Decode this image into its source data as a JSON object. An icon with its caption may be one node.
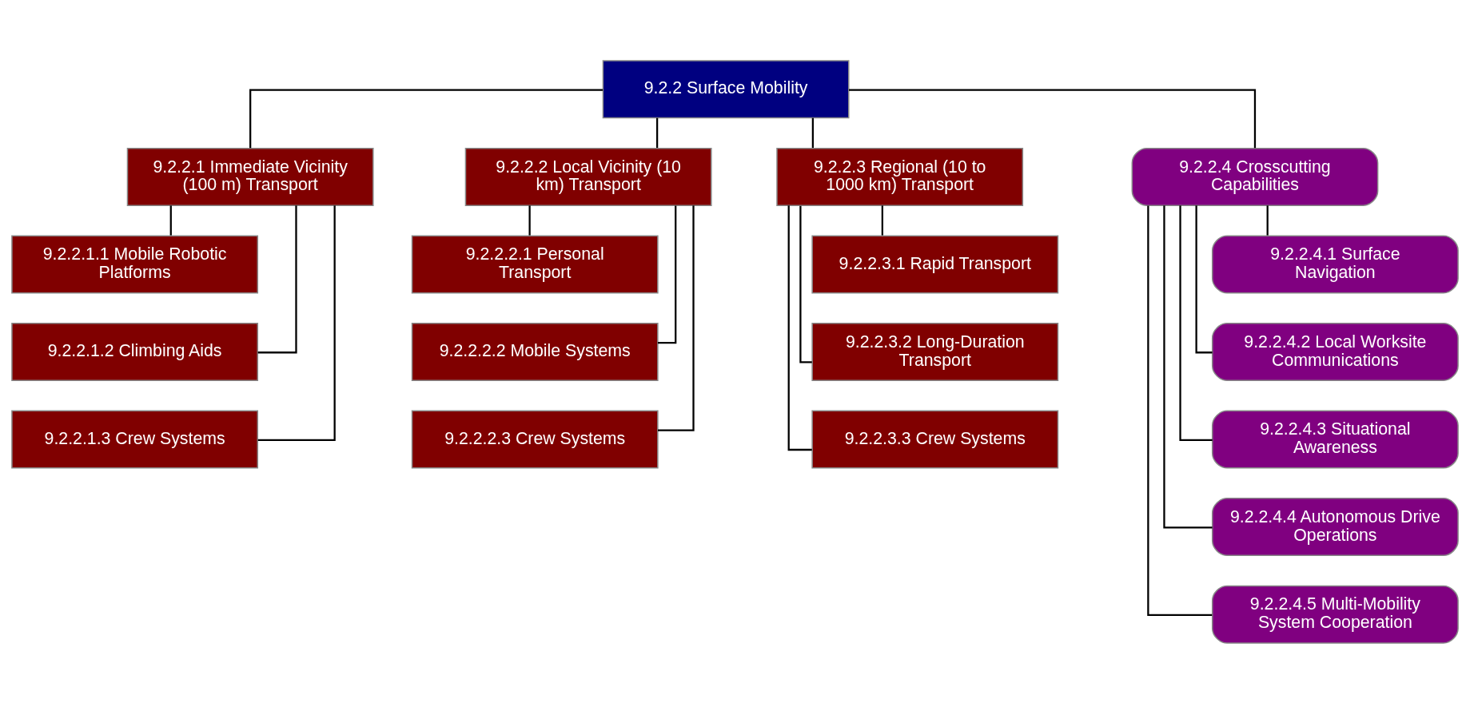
{
  "diagram": {
    "nodes": [
      {
        "text": [
          "9.2.2 Surface Mobility"
        ]
      },
      {
        "text": [
          "9.2.2.1 Immediate Vicinity (100 m) Transport"
        ]
      },
      {
        "text": [
          "9.2.2.1.1 Mobile Robotic Platforms"
        ]
      },
      {
        "text": [
          "9.2.2.1.2 Climbing Aids"
        ]
      },
      {
        "text": [
          "9.2.2.1.3 Crew Systems"
        ]
      },
      {
        "text": [
          "9.2.2.2 Local Vicinity (10 km) Transport"
        ]
      },
      {
        "text": [
          "9.2.2.2.1 Personal Transport"
        ]
      },
      {
        "text": [
          "9.2.2.2.2 Mobile Systems"
        ]
      },
      {
        "text": [
          "9.2.2.2.3 Crew Systems"
        ]
      },
      {
        "text": [
          "9.2.2.3 Regional (10 to 1000 km) Transport"
        ]
      },
      {
        "text": [
          "9.2.2.3.1 Rapid Transport"
        ]
      },
      {
        "text": [
          "9.2.2.3.2 Long-Duration Transport"
        ]
      },
      {
        "text": [
          "9.2.2.3.3 Crew Systems"
        ]
      },
      {
        "text": [
          "9.2.2.4 Crosscutting Capabilities"
        ]
      },
      {
        "text": [
          "9.2.2.4.1 Surface Navigation"
        ]
      },
      {
        "text": [
          "9.2.2.4.2 Local Worksite Communications"
        ]
      },
      {
        "text": [
          "9.2.2.4.3 Situational Awareness"
        ]
      },
      {
        "text": [
          "9.2.2.4.4 Autonomous Drive Operations"
        ]
      },
      {
        "text": [
          "9.2.2.4.5 Multi-Mobility System Cooperation"
        ]
      }
    ],
    "edges": [
      {
        "from": 0,
        "to": 1,
        "arrow": "none"
      },
      {
        "from": 0,
        "to": 5,
        "arrow": "none"
      },
      {
        "from": 0,
        "to": 9,
        "arrow": "none"
      },
      {
        "from": 0,
        "to": 13,
        "arrow": "none"
      },
      {
        "from": 1,
        "to": 2,
        "arrow": "none"
      },
      {
        "from": 1,
        "to": 3,
        "arrow": "none"
      },
      {
        "from": 1,
        "to": 4,
        "arrow": "none"
      },
      {
        "from": 5,
        "to": 6,
        "arrow": "none"
      },
      {
        "from": 5,
        "to": 7,
        "arrow": "none"
      },
      {
        "from": 5,
        "to": 8,
        "arrow": "none"
      },
      {
        "from": 9,
        "to": 10,
        "arrow": "none"
      },
      {
        "from": 9,
        "to": 11,
        "arrow": "none"
      },
      {
        "from": 9,
        "to": 12,
        "arrow": "none"
      },
      {
        "from": 13,
        "to": 14,
        "arrow": "none"
      },
      {
        "from": 13,
        "to": 15,
        "arrow": "none"
      },
      {
        "from": 13,
        "to": 16,
        "arrow": "none"
      },
      {
        "from": 13,
        "to": 17,
        "arrow": "none"
      },
      {
        "from": 13,
        "to": 18,
        "arrow": "none"
      }
    ]
  }
}
